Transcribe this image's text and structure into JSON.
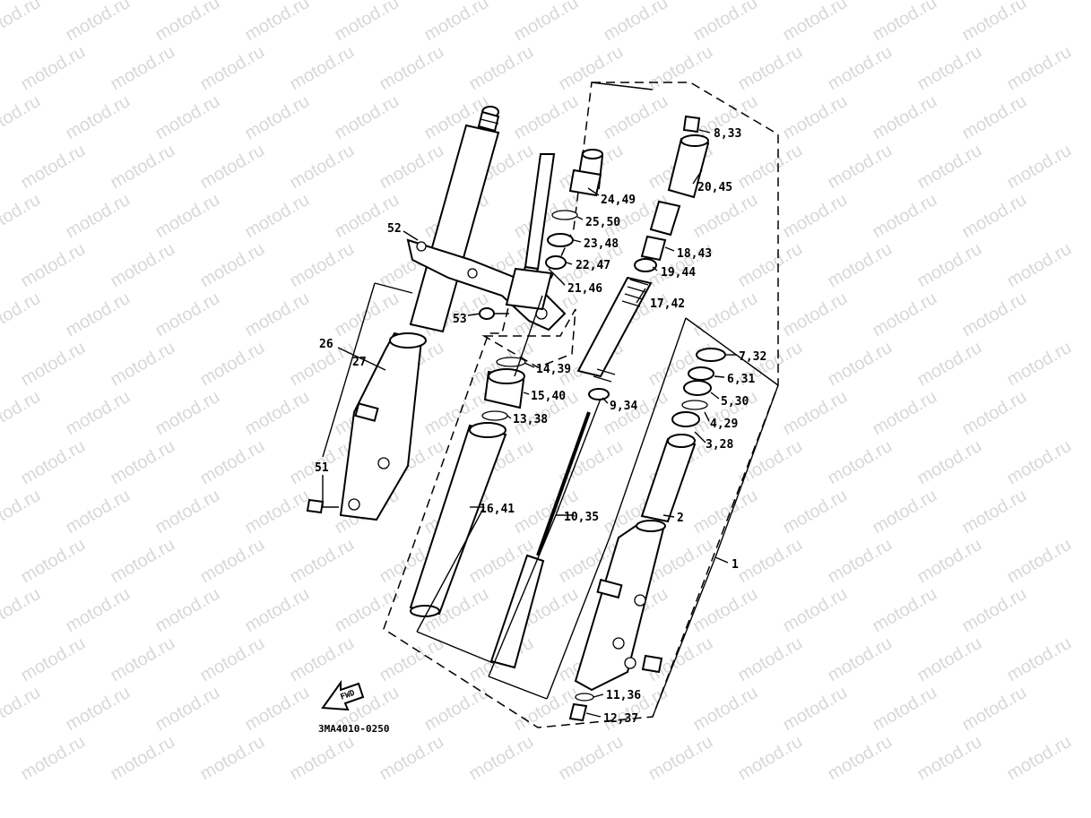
{
  "watermark": "motod.ru",
  "diagram_code": "3MA4010-0250",
  "fwd_label": "FWD",
  "labels": [
    {
      "id": "l-8-33",
      "text": "8,33"
    },
    {
      "id": "l-20-45",
      "text": "20,45"
    },
    {
      "id": "l-24-49",
      "text": "24,49"
    },
    {
      "id": "l-25-50",
      "text": "25,50"
    },
    {
      "id": "l-23-48",
      "text": "23,48"
    },
    {
      "id": "l-22-47",
      "text": "22,47"
    },
    {
      "id": "l-21-46",
      "text": "21,46"
    },
    {
      "id": "l-18-43",
      "text": "18,43"
    },
    {
      "id": "l-19-44",
      "text": "19,44"
    },
    {
      "id": "l-17-42",
      "text": "17,42"
    },
    {
      "id": "l-52",
      "text": "52"
    },
    {
      "id": "l-53",
      "text": "53"
    },
    {
      "id": "l-26",
      "text": "26"
    },
    {
      "id": "l-27",
      "text": "27"
    },
    {
      "id": "l-14-39",
      "text": "14,39"
    },
    {
      "id": "l-15-40",
      "text": "15,40"
    },
    {
      "id": "l-13-38",
      "text": "13,38"
    },
    {
      "id": "l-9-34",
      "text": "9,34"
    },
    {
      "id": "l-7-32",
      "text": "7,32"
    },
    {
      "id": "l-6-31",
      "text": "6,31"
    },
    {
      "id": "l-5-30",
      "text": "5,30"
    },
    {
      "id": "l-4-29",
      "text": "4,29"
    },
    {
      "id": "l-3-28",
      "text": "3,28"
    },
    {
      "id": "l-51",
      "text": "51"
    },
    {
      "id": "l-16-41",
      "text": "16,41"
    },
    {
      "id": "l-10-35",
      "text": "10,35"
    },
    {
      "id": "l-2",
      "text": "2"
    },
    {
      "id": "l-1",
      "text": "1"
    },
    {
      "id": "l-11-36",
      "text": "11,36"
    },
    {
      "id": "l-12-37",
      "text": "12,37"
    }
  ]
}
